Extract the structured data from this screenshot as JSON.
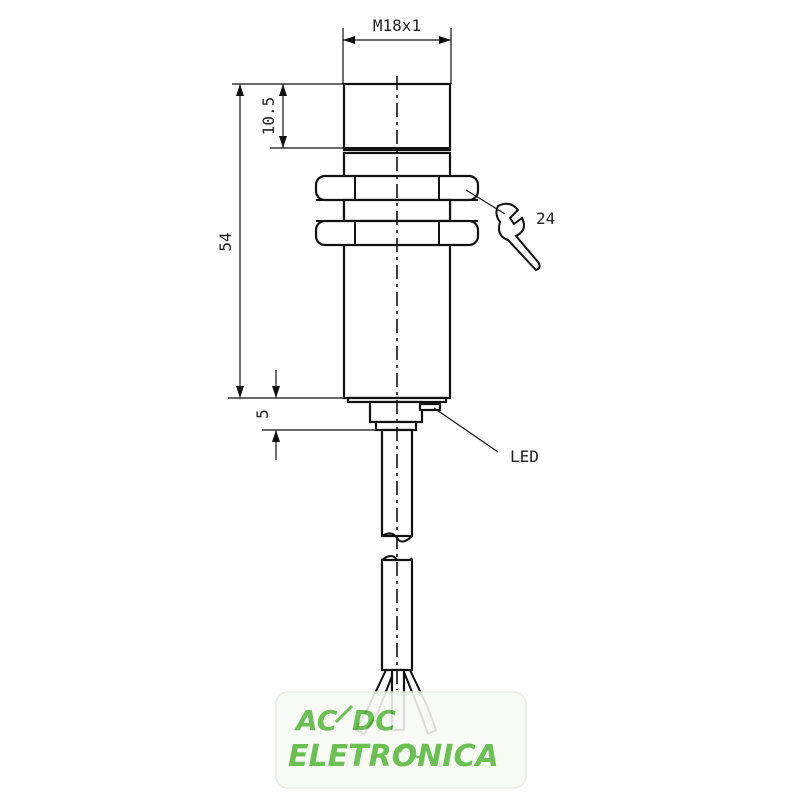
{
  "dimensions": {
    "thread": "M18x1",
    "top_length": "10.5",
    "body_length": "54",
    "bottom_length": "5",
    "wrench": "24"
  },
  "labels": {
    "led": "LED"
  },
  "watermark": {
    "line1_left": "AC",
    "line1_right": "DC",
    "line2": "ELETRONICA",
    "color": "#56b83a"
  }
}
